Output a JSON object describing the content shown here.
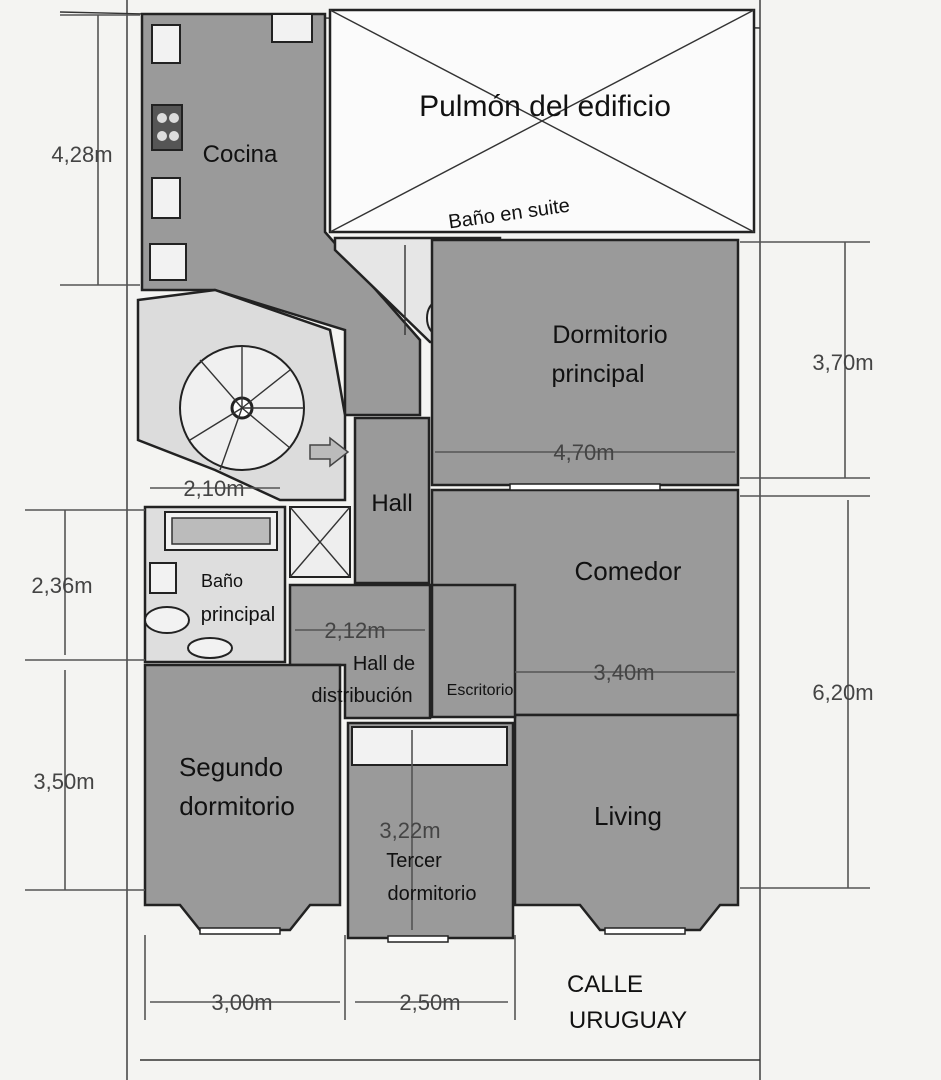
{
  "rooms": {
    "pulmon": "Pulmón del edificio",
    "bano_suite": "Baño en suite",
    "cocina": "Cocina",
    "dormitorio_principal": [
      "Dormitorio",
      "principal"
    ],
    "hall": "Hall",
    "comedor": "Comedor",
    "bano_principal": [
      "Baño",
      "principal"
    ],
    "hall_distribucion": [
      "Hall de",
      "distribución"
    ],
    "escritorio": "Escritorio",
    "segundo_dormitorio": [
      "Segundo",
      "dormitorio"
    ],
    "living": "Living",
    "tercer_dormitorio": [
      "Tercer",
      "dormitorio"
    ]
  },
  "street": [
    "CALLE",
    "URUGUAY"
  ],
  "dimensions": {
    "cocina_height": "4,28m",
    "dormitorio_principal_height": "3,70m",
    "dormitorio_principal_width": "4,70m",
    "stair_width": "2,10m",
    "bano_principal_height": "2,36m",
    "hall_distribucion_width": "2,12m",
    "comedor_living_width": "3,40m",
    "comedor_living_height": "6,20m",
    "segundo_dormitorio_height": "3,50m",
    "tercer_dormitorio_height": "3,22m",
    "segundo_dormitorio_width": "3,00m",
    "tercer_dormitorio_width": "2,50m"
  }
}
